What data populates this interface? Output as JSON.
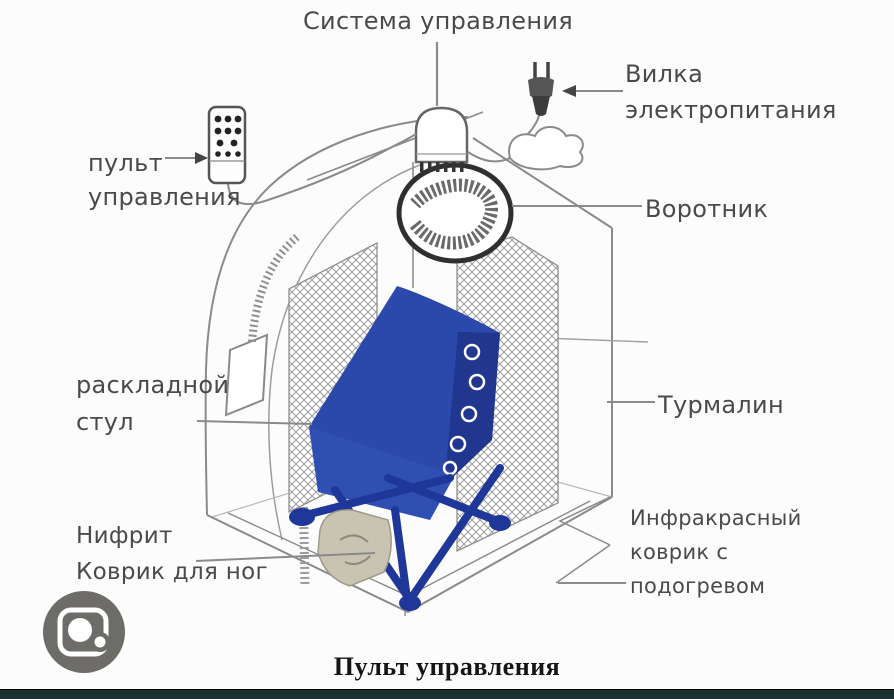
{
  "diagram": {
    "labels": {
      "control_system": "Система управления",
      "power_plug": "Вилка\nэлектропитания",
      "remote_control": "пульт\nуправления",
      "collar": "Воротник",
      "folding_chair": "раскладной\nстул",
      "tourmaline": "Турмалин",
      "nephrite_mat": "Нифрит\nКоврик для ног",
      "infrared_mat": "Инфракрасный\nковрик с\nподогревом"
    },
    "caption": "Пульт управления"
  },
  "icons": {
    "camera_lens": "camera-lens-icon"
  },
  "colors": {
    "chair_blue": "#2b49aa",
    "chair_navy": "#1e3798",
    "line_gray": "#8a8a8a",
    "label_text": "#4a4a4a",
    "collar_ring": "#2f2f2f",
    "mat_beige": "#c9c4b2",
    "bottom_bar": "#1c3231",
    "lens_button_gray": "#6d6c68"
  }
}
